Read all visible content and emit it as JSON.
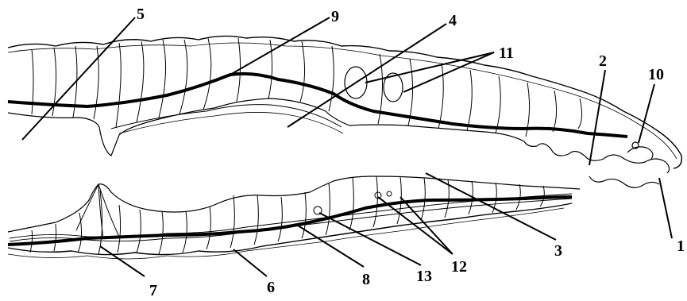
{
  "diagram": {
    "labels": [
      {
        "id": "l5",
        "text": "5"
      },
      {
        "id": "l9",
        "text": "9"
      },
      {
        "id": "l4",
        "text": "4"
      },
      {
        "id": "l11",
        "text": "11"
      },
      {
        "id": "l2",
        "text": "2"
      },
      {
        "id": "l10",
        "text": "10"
      },
      {
        "id": "l1",
        "text": "1"
      },
      {
        "id": "l3",
        "text": "3"
      },
      {
        "id": "l12",
        "text": "12"
      },
      {
        "id": "l13",
        "text": "13"
      },
      {
        "id": "l8",
        "text": "8"
      },
      {
        "id": "l6",
        "text": "6"
      },
      {
        "id": "l7",
        "text": "7"
      }
    ]
  }
}
